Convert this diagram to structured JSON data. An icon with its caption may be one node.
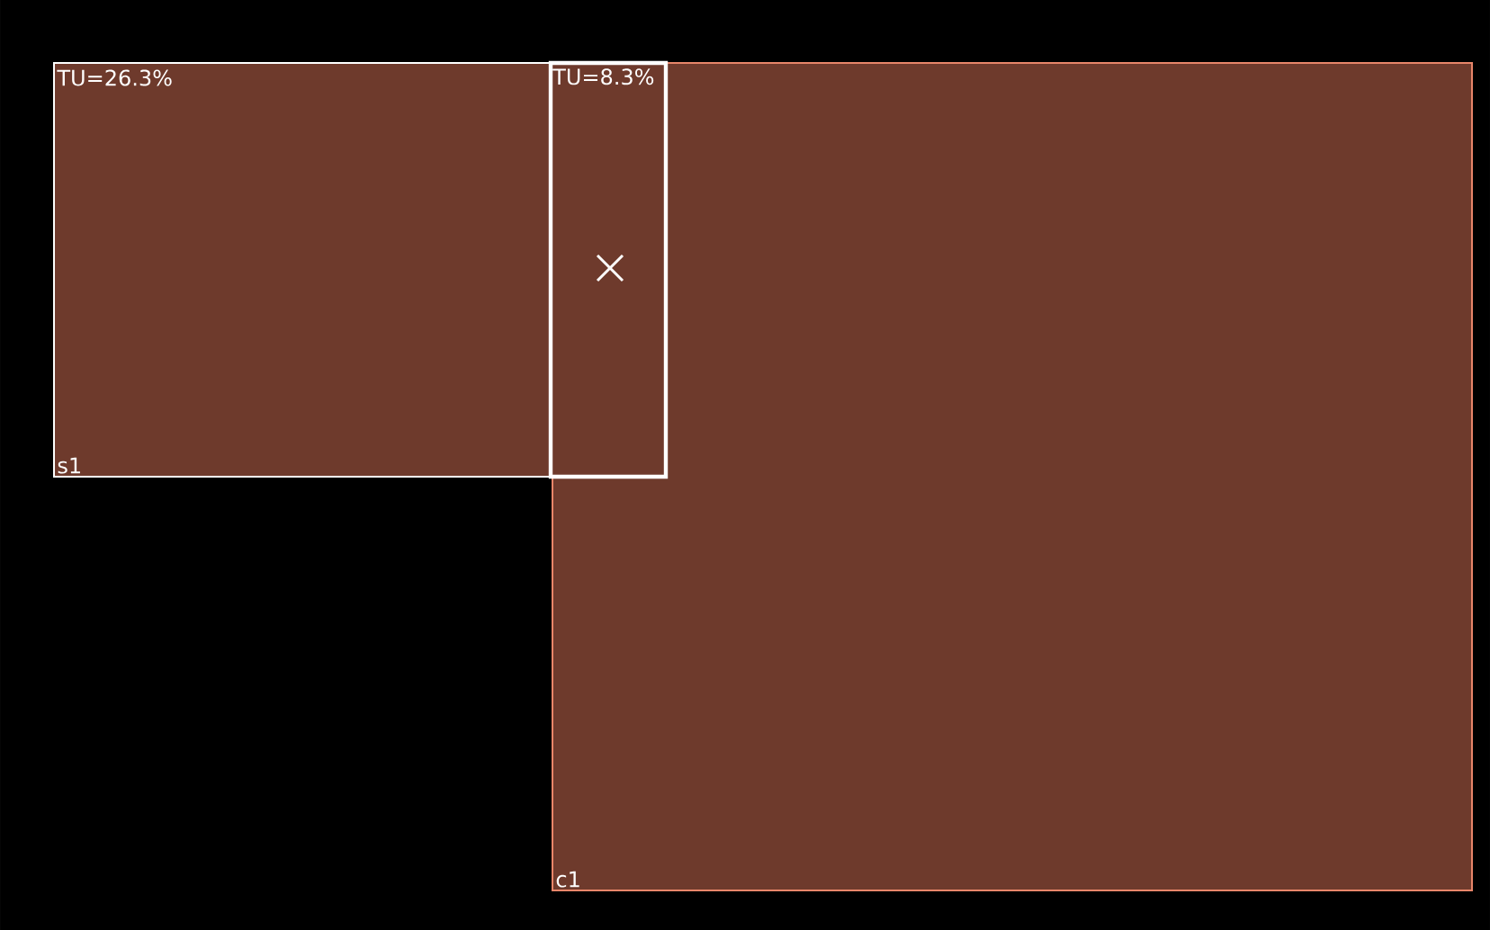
{
  "diagram": {
    "nodes": [
      {
        "text": [
          "TU=26.3%",
          "s1"
        ]
      },
      {
        "text": [
          "c1"
        ]
      },
      {
        "text": [
          "TU=8.3%"
        ]
      }
    ],
    "edges": []
  }
}
